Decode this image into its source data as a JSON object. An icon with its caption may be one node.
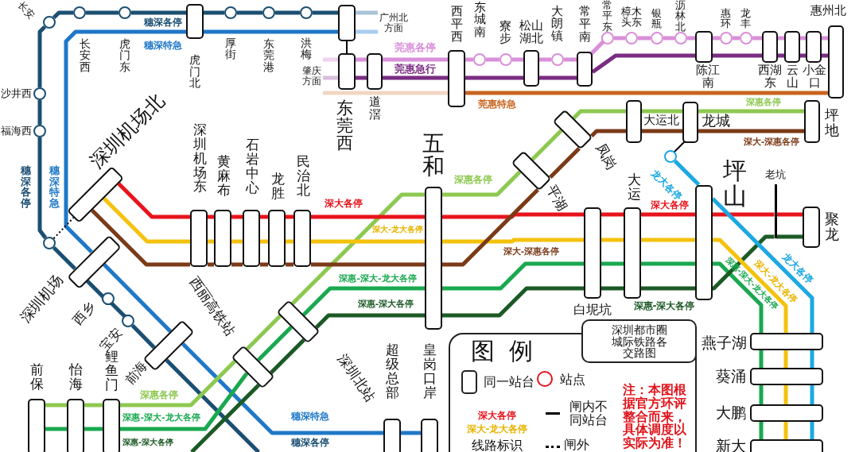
{
  "diagram": {
    "title": "深圳都市圈城际铁路各交路图",
    "nodes": [
      {
        "text": [
          "长安"
        ]
      },
      {
        "text": [
          "长安西"
        ]
      },
      {
        "text": [
          "虎门东"
        ]
      },
      {
        "text": [
          "虎门北"
        ]
      },
      {
        "text": [
          "厚街"
        ]
      },
      {
        "text": [
          "东莞港"
        ]
      },
      {
        "text": [
          "洪梅"
        ]
      },
      {
        "text": [
          "沙井西"
        ]
      },
      {
        "text": [
          "福海西"
        ]
      },
      {
        "text": [],
        "shape": "circle"
      },
      {
        "text": [
          "深圳机场北"
        ]
      },
      {
        "text": [
          "深圳机场"
        ]
      },
      {
        "text": [
          "西乡"
        ]
      },
      {
        "text": [
          "宝安"
        ]
      },
      {
        "text": [
          "前海"
        ]
      },
      {
        "text": [
          "前保"
        ]
      },
      {
        "text": [
          "怡海"
        ]
      },
      {
        "text": [
          "鲤鱼门"
        ]
      },
      {
        "text": [
          "西丽高铁站"
        ]
      },
      {
        "text": [
          "深圳北站"
        ]
      },
      {
        "text": [
          "超级总部"
        ]
      },
      {
        "text": [
          "皇岗口岸"
        ]
      },
      {
        "text": [
          "深圳机场东"
        ]
      },
      {
        "text": [
          "黄麻布"
        ]
      },
      {
        "text": [
          "石岩中心"
        ]
      },
      {
        "text": [
          "龙胜"
        ]
      },
      {
        "text": [
          "民治北"
        ]
      },
      {
        "text": [
          "五和"
        ]
      },
      {
        "text": [
          "凤岗"
        ]
      },
      {
        "text": [
          "平湖"
        ]
      },
      {
        "text": [
          "白坭坑"
        ]
      },
      {
        "text": [
          "大运"
        ]
      },
      {
        "text": [
          "坪山"
        ]
      },
      {
        "text": [
          "老坑"
        ]
      },
      {
        "text": [
          "聚龙"
        ]
      },
      {
        "text": [
          "大运北"
        ]
      },
      {
        "text": [
          "龙城"
        ]
      },
      {
        "text": [],
        "shape": "circle"
      },
      {
        "text": [
          "坪地"
        ]
      },
      {
        "text": [],
        "shape": "box"
      },
      {
        "text": [
          "东莞西"
        ]
      },
      {
        "text": [
          "道滘"
        ]
      },
      {
        "text": [
          "西平西"
        ]
      },
      {
        "text": [
          "东城南"
        ]
      },
      {
        "text": [
          "寮步"
        ]
      },
      {
        "text": [
          "松山湖北"
        ]
      },
      {
        "text": [
          "大朗镇"
        ]
      },
      {
        "text": [
          "常平南"
        ]
      },
      {
        "text": [
          "常平东"
        ]
      },
      {
        "text": [
          "樟木头东"
        ]
      },
      {
        "text": [
          "银瓶"
        ]
      },
      {
        "text": [
          "沥林北"
        ]
      },
      {
        "text": [
          "陈江南"
        ]
      },
      {
        "text": [
          "惠环"
        ]
      },
      {
        "text": [
          "龙丰"
        ]
      },
      {
        "text": [
          "西湖东"
        ]
      },
      {
        "text": [
          "云山"
        ]
      },
      {
        "text": [
          "小金口"
        ]
      },
      {
        "text": [
          "惠州北"
        ]
      },
      {
        "text": [
          "燕子湖"
        ]
      },
      {
        "text": [
          "葵涌"
        ]
      },
      {
        "text": [
          "大鹏"
        ]
      },
      {
        "text": [
          "新大"
        ]
      },
      {
        "text": [
          "广州北方面"
        ]
      },
      {
        "text": [
          "肇庆方面"
        ]
      }
    ],
    "edges": [
      {
        "from": 0,
        "to": 1,
        "arrow": "none",
        "color": "#1b4f72"
      },
      {
        "from": 1,
        "to": 2,
        "arrow": "none",
        "color": "#1b4f72"
      },
      {
        "from": 2,
        "to": 3,
        "arrow": "none",
        "color": "#1b4f72"
      },
      {
        "from": 3,
        "to": 4,
        "arrow": "none",
        "color": "#1b4f72"
      },
      {
        "from": 4,
        "to": 5,
        "arrow": "none",
        "color": "#1b4f72"
      },
      {
        "from": 5,
        "to": 6,
        "arrow": "none",
        "color": "#1b4f72"
      },
      {
        "from": 6,
        "to": 39,
        "arrow": "none",
        "color": "#1b4f72"
      },
      {
        "from": 39,
        "to": 63,
        "arrow": "none",
        "color": "#a9c4d6"
      },
      {
        "from": 0,
        "to": 7,
        "arrow": "none",
        "color": "#1b4f72"
      },
      {
        "from": 7,
        "to": 8,
        "arrow": "none",
        "color": "#1b4f72"
      },
      {
        "from": 8,
        "to": 9,
        "arrow": "none",
        "color": "#1b4f72"
      },
      {
        "from": 9,
        "to": 11,
        "arrow": "none",
        "color": "#1b4f72"
      },
      {
        "from": 11,
        "to": 12,
        "arrow": "none",
        "color": "#1b4f72"
      },
      {
        "from": 12,
        "to": 13,
        "arrow": "none",
        "color": "#1b4f72"
      },
      {
        "from": 13,
        "to": 14,
        "arrow": "none",
        "color": "#1b4f72"
      },
      {
        "from": 14,
        "to": null,
        "arrow": "none",
        "color": "#1b4f72"
      },
      {
        "from": 11,
        "to": 3,
        "arrow": "none",
        "color": "#1f78c8"
      },
      {
        "from": 3,
        "to": 39,
        "arrow": "none",
        "color": "#1f78c8"
      },
      {
        "from": 39,
        "to": 63,
        "arrow": "none",
        "color": "#a9cdee"
      },
      {
        "from": 11,
        "to": 14,
        "arrow": "none",
        "color": "#1f78c8"
      },
      {
        "from": 14,
        "to": 20,
        "arrow": "none",
        "color": "#1f78c8"
      },
      {
        "from": 20,
        "to": 21,
        "arrow": "none",
        "color": "#1f78c8"
      },
      {
        "from": 64,
        "to": 40,
        "arrow": "none",
        "color": "#f0d3ef"
      },
      {
        "from": 40,
        "to": 41,
        "arrow": "none",
        "color": "#d98fd9"
      },
      {
        "from": 41,
        "to": 42,
        "arrow": "none",
        "color": "#d98fd9"
      },
      {
        "from": 42,
        "to": 43,
        "arrow": "none",
        "color": "#d98fd9"
      },
      {
        "from": 43,
        "to": 44,
        "arrow": "none",
        "color": "#d98fd9"
      },
      {
        "from": 44,
        "to": 45,
        "arrow": "none",
        "color": "#d98fd9"
      },
      {
        "from": 45,
        "to": 46,
        "arrow": "none",
        "color": "#d98fd9"
      },
      {
        "from": 46,
        "to": 47,
        "arrow": "none",
        "color": "#d98fd9"
      },
      {
        "from": 47,
        "to": 48,
        "arrow": "none",
        "color": "#d98fd9"
      },
      {
        "from": 48,
        "to": 49,
        "arrow": "none",
        "color": "#d98fd9"
      },
      {
        "from": 49,
        "to": 50,
        "arrow": "none",
        "color": "#d98fd9"
      },
      {
        "from": 50,
        "to": 51,
        "arrow": "none",
        "color": "#d98fd9"
      },
      {
        "from": 51,
        "to": 52,
        "arrow": "none",
        "color": "#d98fd9"
      },
      {
        "from": 52,
        "to": 53,
        "arrow": "none",
        "color": "#d98fd9"
      },
      {
        "from": 53,
        "to": 54,
        "arrow": "none",
        "color": "#d98fd9"
      },
      {
        "from": 54,
        "to": 55,
        "arrow": "none",
        "color": "#d98fd9"
      },
      {
        "from": 55,
        "to": 56,
        "arrow": "none",
        "color": "#d98fd9"
      },
      {
        "from": 56,
        "to": 57,
        "arrow": "none",
        "color": "#d98fd9"
      },
      {
        "from": 57,
        "to": 58,
        "arrow": "none",
        "color": "#d98fd9"
      },
      {
        "from": 64,
        "to": 40,
        "arrow": "none",
        "color": "#d8bfdc"
      },
      {
        "from": 40,
        "to": 41,
        "arrow": "none",
        "color": "#7a2d82"
      },
      {
        "from": 41,
        "to": 42,
        "arrow": "none",
        "color": "#7a2d82"
      },
      {
        "from": 42,
        "to": 45,
        "arrow": "none",
        "color": "#7a2d82"
      },
      {
        "from": 45,
        "to": 47,
        "arrow": "none",
        "color": "#7a2d82"
      },
      {
        "from": 47,
        "to": 52,
        "arrow": "none",
        "color": "#7a2d82"
      },
      {
        "from": 52,
        "to": 55,
        "arrow": "none",
        "color": "#7a2d82"
      },
      {
        "from": 55,
        "to": 56,
        "arrow": "none",
        "color": "#7a2d82"
      },
      {
        "from": 56,
        "to": 57,
        "arrow": "none",
        "color": "#7a2d82"
      },
      {
        "from": 57,
        "to": 58,
        "arrow": "none",
        "color": "#7a2d82"
      },
      {
        "from": 64,
        "to": 42,
        "arrow": "none",
        "color": "#f2d6c2"
      },
      {
        "from": 42,
        "to": 58,
        "arrow": "none",
        "color": "#c8641e"
      },
      {
        "from": 15,
        "to": 16,
        "arrow": "none",
        "color": "#8dc850"
      },
      {
        "from": 16,
        "to": 17,
        "arrow": "none",
        "color": "#8dc850"
      },
      {
        "from": 17,
        "to": 18,
        "arrow": "none",
        "color": "#8dc850"
      },
      {
        "from": 18,
        "to": 19,
        "arrow": "none",
        "color": "#8dc850"
      },
      {
        "from": 19,
        "to": 27,
        "arrow": "none",
        "color": "#8dc850"
      },
      {
        "from": 27,
        "to": 29,
        "arrow": "none",
        "color": "#8dc850"
      },
      {
        "from": 29,
        "to": 28,
        "arrow": "none",
        "color": "#8dc850"
      },
      {
        "from": 28,
        "to": 35,
        "arrow": "none",
        "color": "#8dc850"
      },
      {
        "from": 35,
        "to": 36,
        "arrow": "none",
        "color": "#8dc850"
      },
      {
        "from": 36,
        "to": 38,
        "arrow": "none",
        "color": "#8dc850"
      },
      {
        "from": 15,
        "to": 16,
        "arrow": "none",
        "color": "#19a84f"
      },
      {
        "from": 16,
        "to": 17,
        "arrow": "none",
        "color": "#19a84f"
      },
      {
        "from": 17,
        "to": 18,
        "arrow": "none",
        "color": "#19a84f"
      },
      {
        "from": 18,
        "to": 19,
        "arrow": "none",
        "color": "#19a84f"
      },
      {
        "from": 19,
        "to": 27,
        "arrow": "none",
        "color": "#19a84f"
      },
      {
        "from": 27,
        "to": 30,
        "arrow": "none",
        "color": "#19a84f"
      },
      {
        "from": 30,
        "to": 31,
        "arrow": "none",
        "color": "#19a84f"
      },
      {
        "from": 31,
        "to": 32,
        "arrow": "none",
        "color": "#19a84f"
      },
      {
        "from": 32,
        "to": 59,
        "arrow": "none",
        "color": "#19a84f"
      },
      {
        "from": 59,
        "to": 60,
        "arrow": "none",
        "color": "#19a84f"
      },
      {
        "from": 60,
        "to": 61,
        "arrow": "none",
        "color": "#19a84f"
      },
      {
        "from": 61,
        "to": 62,
        "arrow": "none",
        "color": "#19a84f"
      },
      {
        "from": null,
        "to": 18,
        "arrow": "none",
        "color": "#1c5a25"
      },
      {
        "from": 18,
        "to": 19,
        "arrow": "none",
        "color": "#1c5a25"
      },
      {
        "from": 19,
        "to": 27,
        "arrow": "none",
        "color": "#1c5a25"
      },
      {
        "from": 27,
        "to": 30,
        "arrow": "none",
        "color": "#1c5a25"
      },
      {
        "from": 30,
        "to": 31,
        "arrow": "none",
        "color": "#1c5a25"
      },
      {
        "from": 31,
        "to": 32,
        "arrow": "none",
        "color": "#1c5a25"
      },
      {
        "from": 32,
        "to": 33,
        "arrow": "none",
        "color": "#1c5a25"
      },
      {
        "from": 33,
        "to": 34,
        "arrow": "none",
        "color": "#1c5a25"
      },
      {
        "from": 10,
        "to": 22,
        "arrow": "none",
        "color": "#e8141c"
      },
      {
        "from": 22,
        "to": 23,
        "arrow": "none",
        "color": "#e8141c"
      },
      {
        "from": 23,
        "to": 24,
        "arrow": "none",
        "color": "#e8141c"
      },
      {
        "from": 24,
        "to": 25,
        "arrow": "none",
        "color": "#e8141c"
      },
      {
        "from": 25,
        "to": 26,
        "arrow": "none",
        "color": "#e8141c"
      },
      {
        "from": 26,
        "to": 27,
        "arrow": "none",
        "color": "#e8141c"
      },
      {
        "from": 27,
        "to": 30,
        "arrow": "none",
        "color": "#e8141c"
      },
      {
        "from": 30,
        "to": 31,
        "arrow": "none",
        "color": "#e8141c"
      },
      {
        "from": 31,
        "to": 32,
        "arrow": "none",
        "color": "#e8141c"
      },
      {
        "from": 32,
        "to": 33,
        "arrow": "none",
        "color": "#e8141c"
      },
      {
        "from": 33,
        "to": 34,
        "arrow": "none",
        "color": "#e8141c"
      },
      {
        "from": 10,
        "to": 22,
        "arrow": "none",
        "color": "#f4c20d"
      },
      {
        "from": 22,
        "to": 23,
        "arrow": "none",
        "color": "#f4c20d"
      },
      {
        "from": 23,
        "to": 24,
        "arrow": "none",
        "color": "#f4c20d"
      },
      {
        "from": 24,
        "to": 25,
        "arrow": "none",
        "color": "#f4c20d"
      },
      {
        "from": 25,
        "to": 26,
        "arrow": "none",
        "color": "#f4c20d"
      },
      {
        "from": 26,
        "to": 27,
        "arrow": "none",
        "color": "#f4c20d"
      },
      {
        "from": 27,
        "to": 30,
        "arrow": "none",
        "color": "#f4c20d"
      },
      {
        "from": 30,
        "to": 31,
        "arrow": "none",
        "color": "#f4c20d"
      },
      {
        "from": 31,
        "to": 32,
        "arrow": "none",
        "color": "#f4c20d"
      },
      {
        "from": 32,
        "to": 59,
        "arrow": "none",
        "color": "#f4c20d"
      },
      {
        "from": 59,
        "to": 60,
        "arrow": "none",
        "color": "#f4c20d"
      },
      {
        "from": 60,
        "to": 61,
        "arrow": "none",
        "color": "#f4c20d"
      },
      {
        "from": 61,
        "to": 62,
        "arrow": "none",
        "color": "#f4c20d"
      },
      {
        "from": 10,
        "to": 22,
        "arrow": "none",
        "color": "#7b3a18"
      },
      {
        "from": 22,
        "to": 23,
        "arrow": "none",
        "color": "#7b3a18"
      },
      {
        "from": 23,
        "to": 24,
        "arrow": "none",
        "color": "#7b3a18"
      },
      {
        "from": 24,
        "to": 25,
        "arrow": "none",
        "color": "#7b3a18"
      },
      {
        "from": 25,
        "to": 26,
        "arrow": "none",
        "color": "#7b3a18"
      },
      {
        "from": 26,
        "to": 27,
        "arrow": "none",
        "color": "#7b3a18"
      },
      {
        "from": 27,
        "to": 29,
        "arrow": "none",
        "color": "#7b3a18"
      },
      {
        "from": 29,
        "to": 28,
        "arrow": "none",
        "color": "#7b3a18"
      },
      {
        "from": 28,
        "to": 35,
        "arrow": "none",
        "color": "#7b3a18"
      },
      {
        "from": 35,
        "to": 36,
        "arrow": "none",
        "color": "#7b3a18"
      },
      {
        "from": 36,
        "to": 38,
        "arrow": "none",
        "color": "#7b3a18"
      },
      {
        "from": 37,
        "to": 32,
        "arrow": "none",
        "color": "#1ca8e3"
      },
      {
        "from": 32,
        "to": 59,
        "arrow": "none",
        "color": "#1ca8e3"
      },
      {
        "from": 59,
        "to": 60,
        "arrow": "none",
        "color": "#1ca8e3"
      },
      {
        "from": 60,
        "to": 61,
        "arrow": "none",
        "color": "#1ca8e3"
      },
      {
        "from": 61,
        "to": 62,
        "arrow": "none",
        "color": "#1ca8e3"
      },
      {
        "from": 36,
        "to": 37,
        "arrow": "none",
        "color": "#000000"
      },
      {
        "from": 39,
        "to": 40,
        "arrow": "none",
        "color": "#000000"
      },
      {
        "from": 9,
        "to": 10,
        "arrow": "none",
        "style": "dashed",
        "color": "#000000"
      }
    ],
    "labels": [
      "穗深各停",
      "穗深特急",
      "莞惠各停",
      "莞惠急行",
      "莞惠特急",
      "深惠各停",
      "深大-深惠各停",
      "穗深各停",
      "穗深特急",
      "龙大各停",
      "深惠各停",
      "深大各停",
      "深大-龙大各停",
      "深大-深惠各停",
      "深大各停",
      "深惠-深大-龙大各停",
      "深惠-深大各停",
      "深惠-深大各停",
      "深大-龙大各停",
      "深惠-深大-龙大各停",
      "龙大各停",
      "深惠各停",
      "深惠-深大-龙大各停",
      "深惠-深大各停",
      "穗深特急",
      "穗深各停",
      "图例",
      "深大各停",
      "深大-龙大各停",
      "注：本图根据官方环评整合而来，具体调度以实际为准！"
    ],
    "legend": [
      {
        "text": "同一站台"
      },
      {
        "text": "站点"
      },
      {
        "text": "闸内不同站台"
      },
      {
        "text": "线路标识"
      },
      {
        "text": "闸外"
      }
    ]
  }
}
